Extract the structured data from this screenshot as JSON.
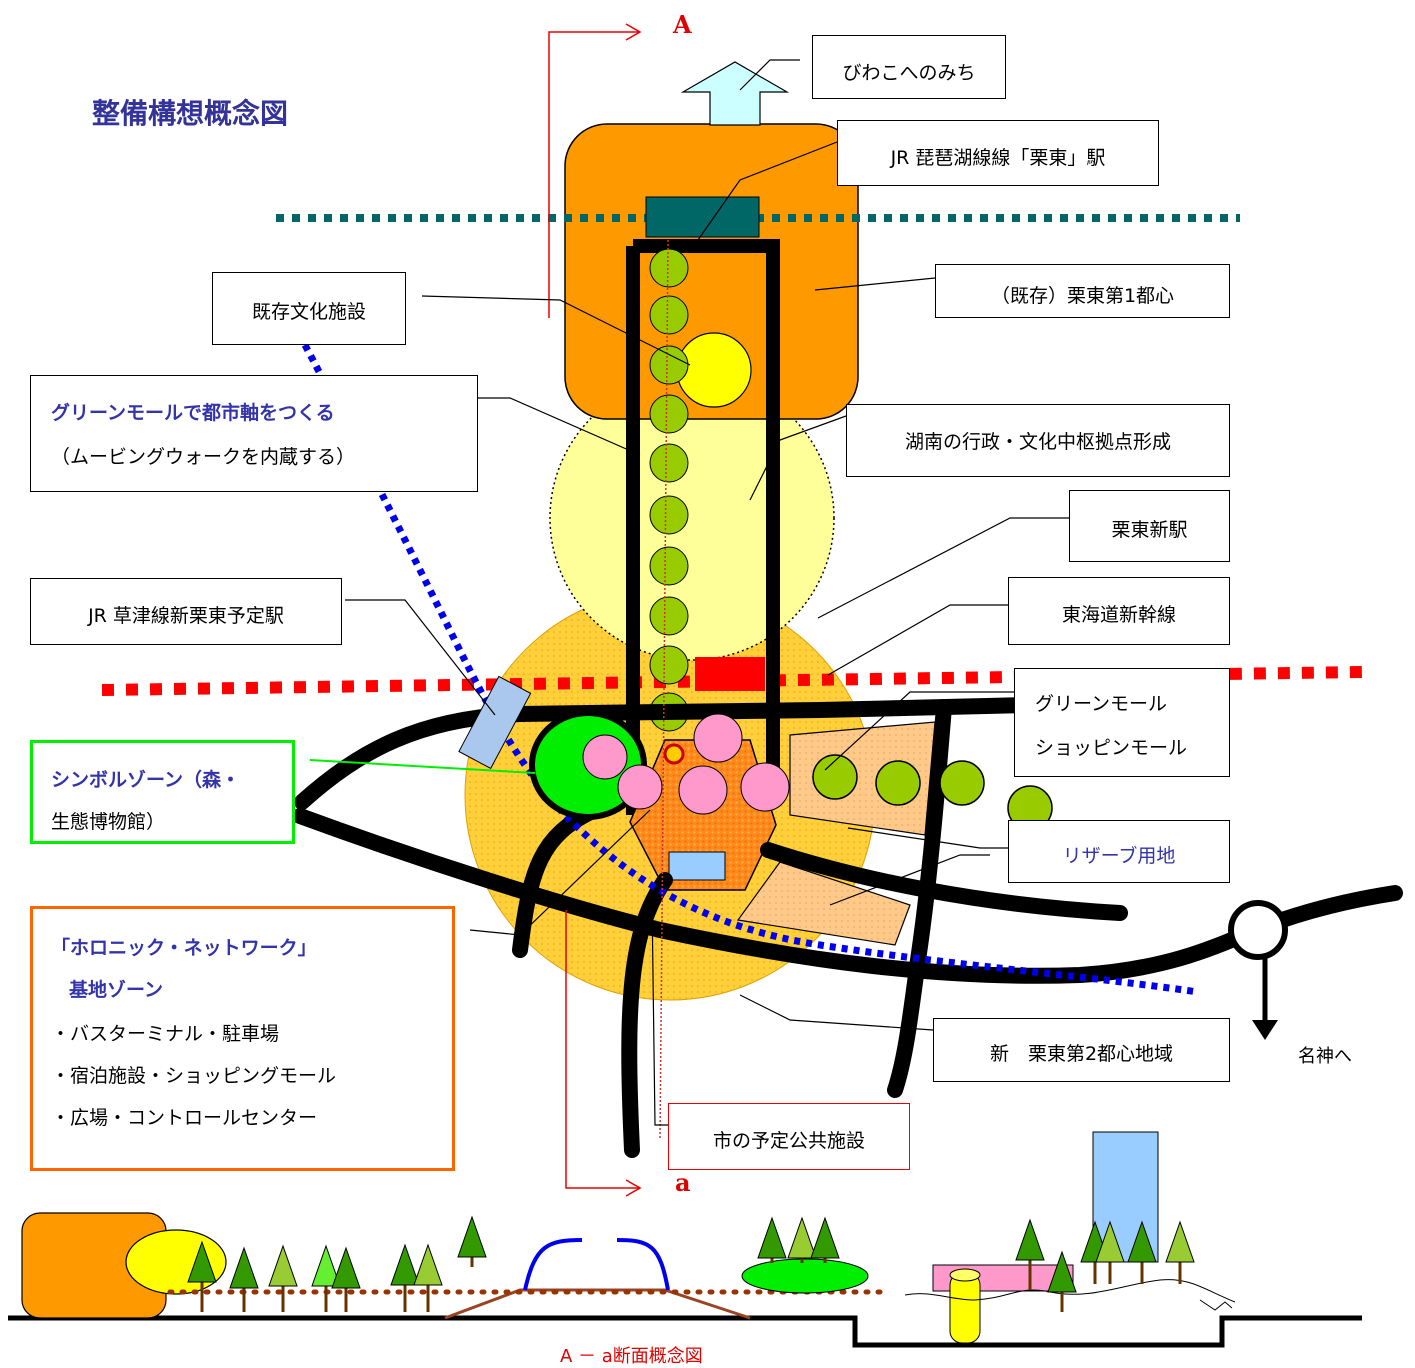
{
  "title": "整備構想概念図",
  "section_marks": {
    "upper_start": "A",
    "lower_start": "a"
  },
  "labels": {
    "biwako": "びわこへのみち",
    "jr_station": "JR 琵琶湖線線「栗東」駅",
    "kizon_bunka": "既存文化施設",
    "toshin1": "（既存）栗東第1都心",
    "green_mall_axis_1": "グリーンモールで都市軸をつくる",
    "green_mall_axis_2": "（ムービングウォークを内蔵する）",
    "konan": "湖南の行政・文化中枢拠点形成",
    "new_station": "栗東新駅",
    "kusatsu": "JR 草津線新栗東予定駅",
    "shinkansen": "東海道新幹線",
    "shopping_1": "グリーンモール",
    "shopping_2": "ショッピンモール",
    "symbol_1": "シンボルゾーン（森・",
    "symbol_2": "生態博物館）",
    "reserve": "リザーブ用地",
    "holonic_1": "「ホロニック・ネットワーク」",
    "holonic_2": "基地ゾーン",
    "holonic_3": "・バスターミナル・駐車場",
    "holonic_4": "・宿泊施設・ショッピングモール",
    "holonic_5": "・広場・コントロールセンター",
    "toshin2": "新　栗東第2都心地域",
    "meishin": "名神へ",
    "public": "市の予定公共施設"
  },
  "caption": "A － a断面概念図",
  "colors": {
    "title_blue": "#333399",
    "orange": "#ff9900",
    "pale_yellow": "#ffff99",
    "zone_yellow": "#ffcc33",
    "tree_green": "#99cc00",
    "railway_red": "#ff0000",
    "railway_teal": "#006666",
    "walk_blue": "#0000ee",
    "symbol_green": "#00ee00",
    "pink": "#ff99cc",
    "holonic_orange": "#ff6600"
  }
}
